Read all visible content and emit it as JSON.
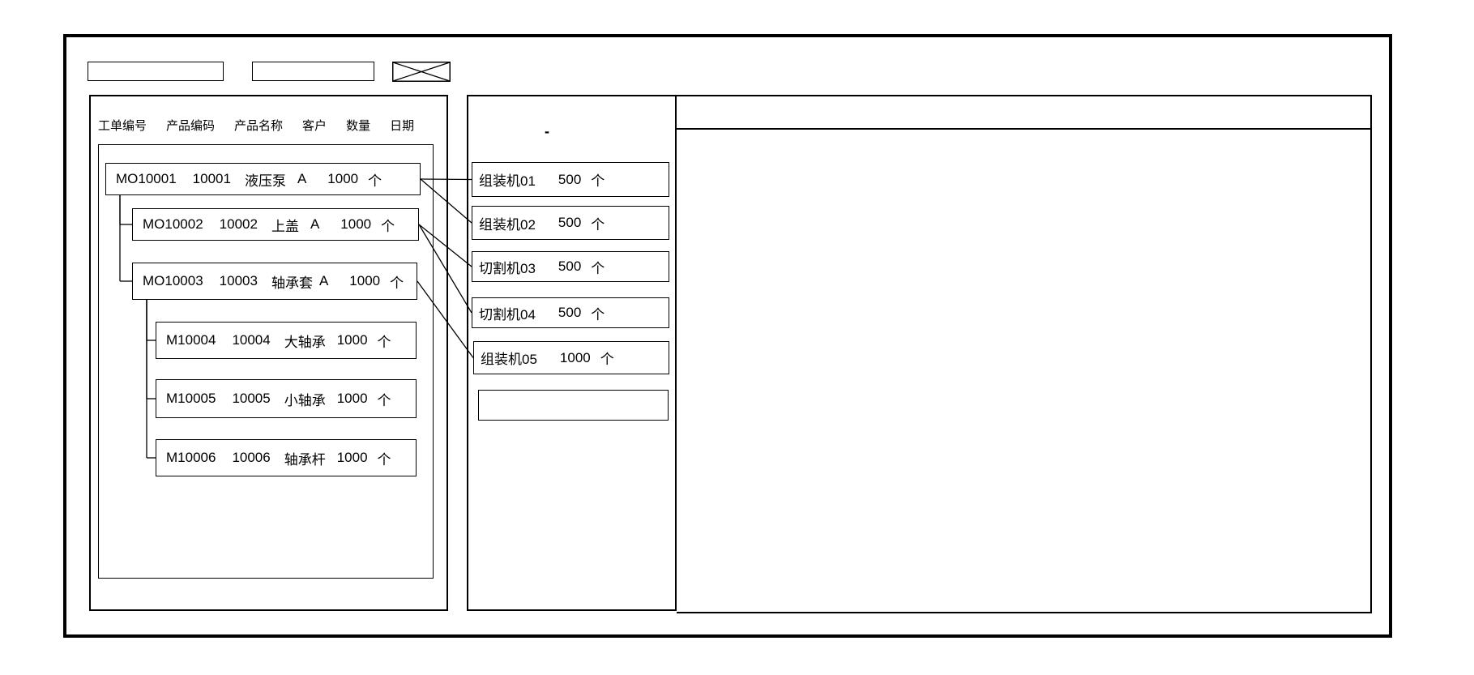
{
  "colors": {
    "line": "#000000",
    "background": "#ffffff"
  },
  "toolbar": {
    "field1": {
      "value": ""
    },
    "field2": {
      "value": ""
    },
    "close": {
      "icon": "x-cross-box"
    }
  },
  "orders_panel": {
    "columns": [
      "工单编号",
      "产品编码",
      "产品名称",
      "客户",
      "数量",
      "日期"
    ],
    "orders": [
      {
        "order_no": "MO10001",
        "product_code": "10001",
        "product_name": "液压泵",
        "customer": "A",
        "qty": "1000",
        "unit": "个"
      },
      {
        "order_no": "MO10002",
        "product_code": "10002",
        "product_name": "上盖",
        "customer": "A",
        "qty": "1000",
        "unit": "个"
      },
      {
        "order_no": "MO10003",
        "product_code": "10003",
        "product_name": "轴承套",
        "customer": "A",
        "qty": "1000",
        "unit": "个"
      },
      {
        "order_no": "M10004",
        "product_code": "10004",
        "product_name": "大轴承",
        "customer": "",
        "qty": "1000",
        "unit": "个"
      },
      {
        "order_no": "M10005",
        "product_code": "10005",
        "product_name": "小轴承",
        "customer": "",
        "qty": "1000",
        "unit": "个"
      },
      {
        "order_no": "M10006",
        "product_code": "10006",
        "product_name": "轴承杆",
        "customer": "",
        "qty": "1000",
        "unit": "个"
      }
    ]
  },
  "machines_panel": {
    "note_mark": "-",
    "machines": [
      {
        "name": "组装机01",
        "qty": "500",
        "unit": "个"
      },
      {
        "name": "组装机02",
        "qty": "500",
        "unit": "个"
      },
      {
        "name": "切割机03",
        "qty": "500",
        "unit": "个"
      },
      {
        "name": "切割机04",
        "qty": "500",
        "unit": "个"
      },
      {
        "name": "组装机05",
        "qty": "1000",
        "unit": "个"
      },
      {
        "name": "",
        "qty": "",
        "unit": ""
      }
    ]
  },
  "detail_panel": {
    "content": ""
  },
  "links": {
    "tree": [
      {
        "parent": 0,
        "child": 1
      },
      {
        "parent": 0,
        "child": 2
      },
      {
        "parent": 2,
        "child": 3
      },
      {
        "parent": 2,
        "child": 4
      },
      {
        "parent": 2,
        "child": 5
      }
    ],
    "machine": [
      {
        "order": 0,
        "machine": 0
      },
      {
        "order": 0,
        "machine": 1
      },
      {
        "order": 1,
        "machine": 2
      },
      {
        "order": 1,
        "machine": 3
      },
      {
        "order": 2,
        "machine": 4
      }
    ]
  }
}
